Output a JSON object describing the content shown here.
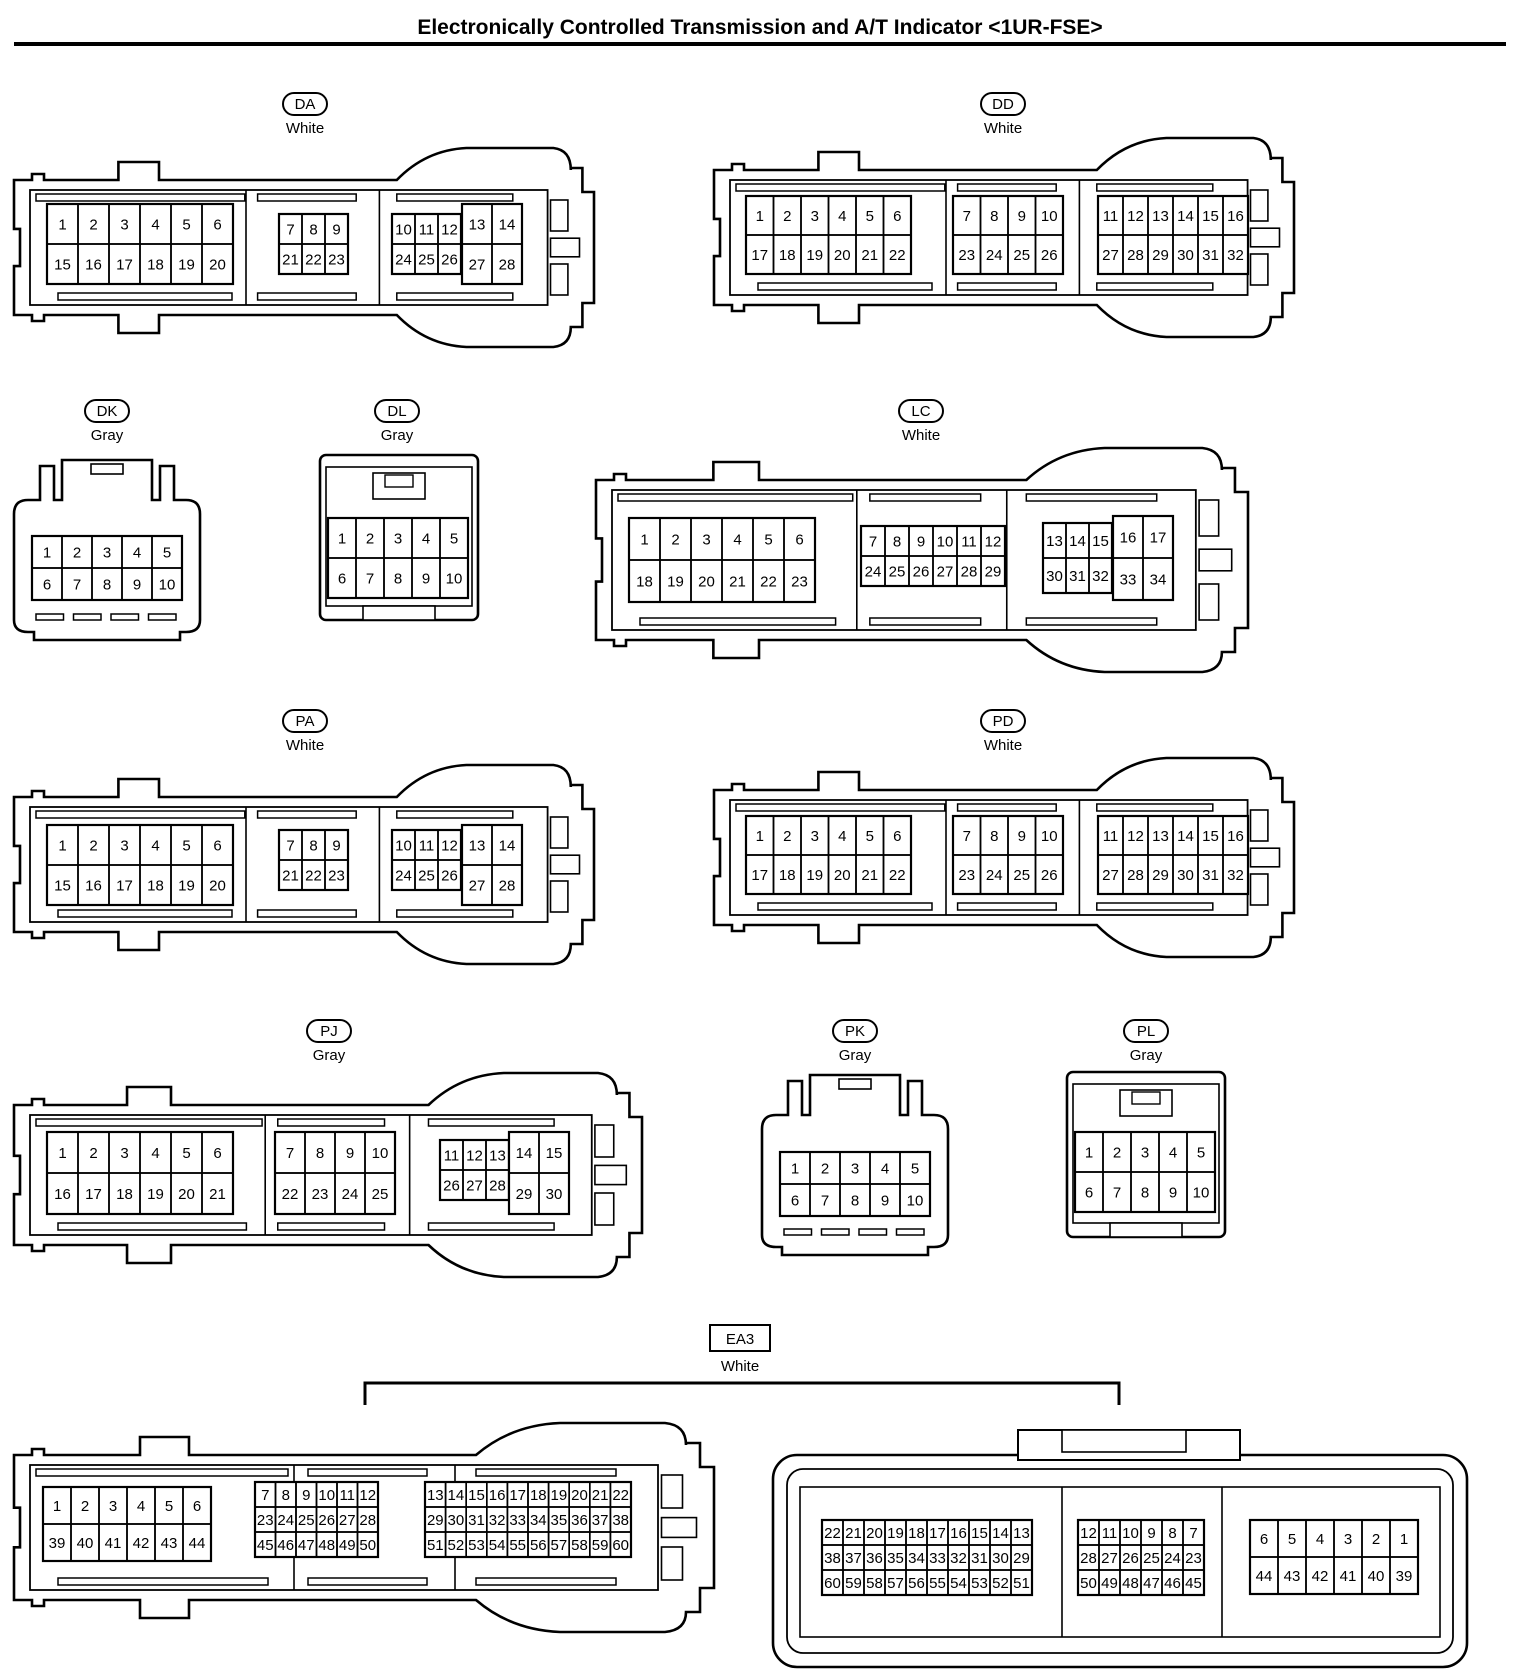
{
  "title": "Electronically Controlled Transmission and A/T Indicator <1UR-FSE>",
  "connectors": [
    {
      "id": "DA",
      "color": "White",
      "blocks": [
        [
          [
            "1",
            "2",
            "3",
            "4",
            "5",
            "6"
          ],
          [
            "15",
            "16",
            "17",
            "18",
            "19",
            "20"
          ]
        ],
        [
          [
            "7",
            "8",
            "9"
          ],
          [
            "21",
            "22",
            "23"
          ]
        ],
        [
          [
            "10",
            "11",
            "12"
          ],
          [
            "24",
            "25",
            "26"
          ]
        ],
        [
          [
            "13",
            "14"
          ],
          [
            "27",
            "28"
          ]
        ]
      ]
    },
    {
      "id": "DD",
      "color": "White",
      "blocks": [
        [
          [
            "1",
            "2",
            "3",
            "4",
            "5",
            "6"
          ],
          [
            "17",
            "18",
            "19",
            "20",
            "21",
            "22"
          ]
        ],
        [
          [
            "7",
            "8",
            "9",
            "10"
          ],
          [
            "23",
            "24",
            "25",
            "26"
          ]
        ],
        [
          [
            "11",
            "12",
            "13",
            "14",
            "15",
            "16"
          ],
          [
            "27",
            "28",
            "29",
            "30",
            "31",
            "32"
          ]
        ]
      ]
    },
    {
      "id": "DK",
      "color": "Gray",
      "blocks": [
        [
          [
            "1",
            "2",
            "3",
            "4",
            "5"
          ],
          [
            "6",
            "7",
            "8",
            "9",
            "10"
          ]
        ]
      ]
    },
    {
      "id": "DL",
      "color": "Gray",
      "blocks": [
        [
          [
            "1",
            "2",
            "3",
            "4",
            "5"
          ],
          [
            "6",
            "7",
            "8",
            "9",
            "10"
          ]
        ]
      ]
    },
    {
      "id": "LC",
      "color": "White",
      "blocks": [
        [
          [
            "1",
            "2",
            "3",
            "4",
            "5",
            "6"
          ],
          [
            "18",
            "19",
            "20",
            "21",
            "22",
            "23"
          ]
        ],
        [
          [
            "7",
            "8",
            "9",
            "10",
            "11",
            "12"
          ],
          [
            "24",
            "25",
            "26",
            "27",
            "28",
            "29"
          ]
        ],
        [
          [
            "13",
            "14",
            "15"
          ],
          [
            "30",
            "31",
            "32"
          ]
        ],
        [
          [
            "16",
            "17"
          ],
          [
            "33",
            "34"
          ]
        ]
      ]
    },
    {
      "id": "PA",
      "color": "White",
      "blocks": [
        [
          [
            "1",
            "2",
            "3",
            "4",
            "5",
            "6"
          ],
          [
            "15",
            "16",
            "17",
            "18",
            "19",
            "20"
          ]
        ],
        [
          [
            "7",
            "8",
            "9"
          ],
          [
            "21",
            "22",
            "23"
          ]
        ],
        [
          [
            "10",
            "11",
            "12"
          ],
          [
            "24",
            "25",
            "26"
          ]
        ],
        [
          [
            "13",
            "14"
          ],
          [
            "27",
            "28"
          ]
        ]
      ]
    },
    {
      "id": "PD",
      "color": "White",
      "blocks": [
        [
          [
            "1",
            "2",
            "3",
            "4",
            "5",
            "6"
          ],
          [
            "17",
            "18",
            "19",
            "20",
            "21",
            "22"
          ]
        ],
        [
          [
            "7",
            "8",
            "9",
            "10"
          ],
          [
            "23",
            "24",
            "25",
            "26"
          ]
        ],
        [
          [
            "11",
            "12",
            "13",
            "14",
            "15",
            "16"
          ],
          [
            "27",
            "28",
            "29",
            "30",
            "31",
            "32"
          ]
        ]
      ]
    },
    {
      "id": "PJ",
      "color": "Gray",
      "blocks": [
        [
          [
            "1",
            "2",
            "3",
            "4",
            "5",
            "6"
          ],
          [
            "16",
            "17",
            "18",
            "19",
            "20",
            "21"
          ]
        ],
        [
          [
            "7",
            "8",
            "9",
            "10"
          ],
          [
            "22",
            "23",
            "24",
            "25"
          ]
        ],
        [
          [
            "11",
            "12",
            "13"
          ],
          [
            "26",
            "27",
            "28"
          ]
        ],
        [
          [
            "14",
            "15"
          ],
          [
            "29",
            "30"
          ]
        ]
      ]
    },
    {
      "id": "PK",
      "color": "Gray",
      "blocks": [
        [
          [
            "1",
            "2",
            "3",
            "4",
            "5"
          ],
          [
            "6",
            "7",
            "8",
            "9",
            "10"
          ]
        ]
      ]
    },
    {
      "id": "PL",
      "color": "Gray",
      "blocks": [
        [
          [
            "1",
            "2",
            "3",
            "4",
            "5"
          ],
          [
            "6",
            "7",
            "8",
            "9",
            "10"
          ]
        ]
      ]
    },
    {
      "id": "EA3",
      "color": "White",
      "blocks": [
        [
          [
            "1",
            "2",
            "3",
            "4",
            "5",
            "6"
          ],
          [
            "39",
            "40",
            "41",
            "42",
            "43",
            "44"
          ]
        ],
        [
          [
            "7",
            "8",
            "9",
            "10",
            "11",
            "12"
          ],
          [
            "23",
            "24",
            "25",
            "26",
            "27",
            "28"
          ],
          [
            "45",
            "46",
            "47",
            "48",
            "49",
            "50"
          ]
        ],
        [
          [
            "13",
            "14",
            "15",
            "16",
            "17",
            "18",
            "19",
            "20",
            "21",
            "22"
          ],
          [
            "29",
            "30",
            "31",
            "32",
            "33",
            "34",
            "35",
            "36",
            "37",
            "38"
          ],
          [
            "51",
            "52",
            "53",
            "54",
            "55",
            "56",
            "57",
            "58",
            "59",
            "60"
          ]
        ],
        [
          [
            "22",
            "21",
            "20",
            "19",
            "18",
            "17",
            "16",
            "15",
            "14",
            "13"
          ],
          [
            "38",
            "37",
            "36",
            "35",
            "34",
            "33",
            "32",
            "31",
            "30",
            "29"
          ],
          [
            "60",
            "59",
            "58",
            "57",
            "56",
            "55",
            "54",
            "53",
            "52",
            "51"
          ]
        ],
        [
          [
            "12",
            "11",
            "10",
            "9",
            "8",
            "7"
          ],
          [
            "28",
            "27",
            "26",
            "25",
            "24",
            "23"
          ],
          [
            "50",
            "49",
            "48",
            "47",
            "46",
            "45"
          ]
        ],
        [
          [
            "6",
            "5",
            "4",
            "3",
            "2",
            "1"
          ],
          [
            "44",
            "43",
            "42",
            "41",
            "40",
            "39"
          ]
        ]
      ]
    }
  ]
}
